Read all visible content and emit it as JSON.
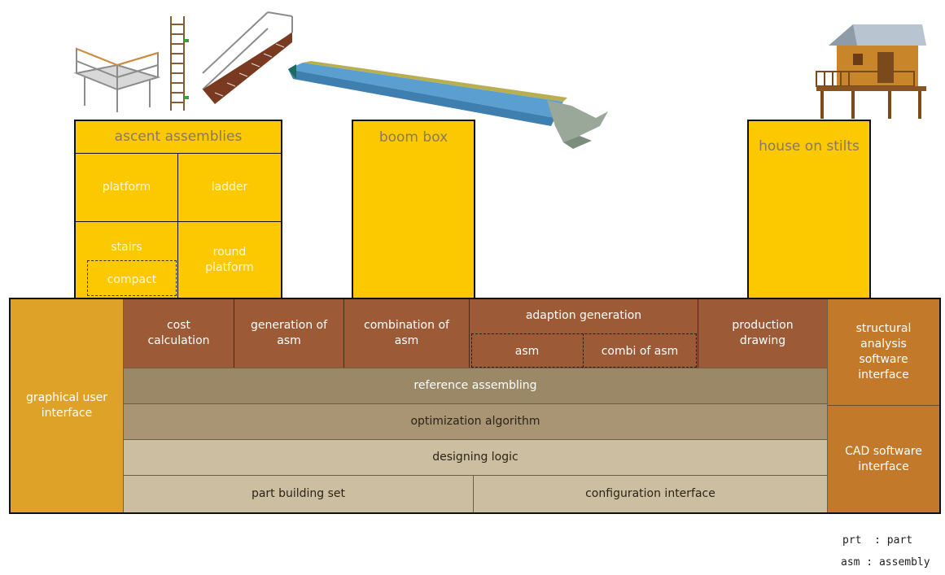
{
  "modules": {
    "ascent": {
      "title": "ascent assemblies",
      "platform": "platform",
      "ladder": "ladder",
      "stairs": "stairs",
      "compact": "compact",
      "round_platform": "round platform"
    },
    "boom_box": "boom box",
    "house": "house on stilts"
  },
  "functions": {
    "cost": "cost calculation",
    "generation": "generation of asm",
    "combination": "combination of asm",
    "adaption": "adaption generation",
    "adaption_asm": "asm",
    "adaption_combi": "combi of asm",
    "production": "production drawing"
  },
  "layers": {
    "reference": "reference assembling",
    "optimization": "optimization algorithm",
    "designing": "designing logic",
    "part_set": "part building set",
    "config": "configuration interface"
  },
  "sides": {
    "gui": "graphical user interface",
    "structural": "structural analysis software interface",
    "cad": "CAD software interface"
  },
  "legend": {
    "prt": "prt  : part",
    "asm": "asm : assembly"
  },
  "colors": {
    "module_yellow": "#fcc800",
    "function_brown": "#9c5a36",
    "gui_gold": "#dda227",
    "interface_orange": "#c27a2a"
  }
}
